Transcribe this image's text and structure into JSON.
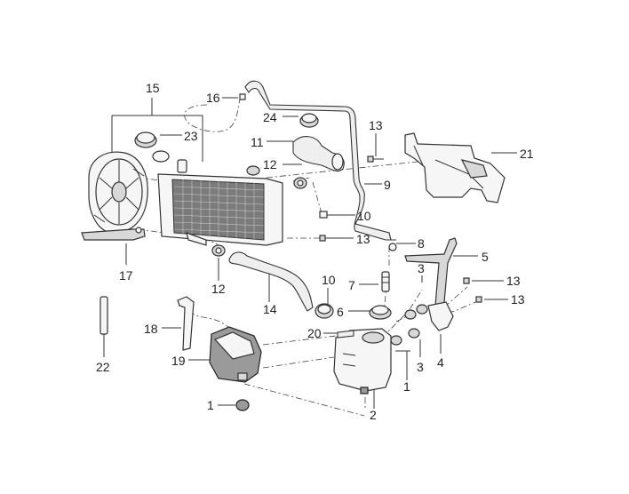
{
  "diagram": {
    "type": "exploded-parts-diagram",
    "callouts": [
      {
        "id": "c15",
        "text": "15"
      },
      {
        "id": "c16",
        "text": "16"
      },
      {
        "id": "c24",
        "text": "24"
      },
      {
        "id": "c23",
        "text": "23"
      },
      {
        "id": "c11",
        "text": "11"
      },
      {
        "id": "c13a",
        "text": "13"
      },
      {
        "id": "c12a",
        "text": "12"
      },
      {
        "id": "c9",
        "text": "9"
      },
      {
        "id": "c21",
        "text": "21"
      },
      {
        "id": "c10a",
        "text": "10"
      },
      {
        "id": "c13b",
        "text": "13"
      },
      {
        "id": "c8",
        "text": "8"
      },
      {
        "id": "c5",
        "text": "5"
      },
      {
        "id": "c17",
        "text": "17"
      },
      {
        "id": "c12b",
        "text": "12"
      },
      {
        "id": "c3a",
        "text": "3"
      },
      {
        "id": "c13c",
        "text": "13"
      },
      {
        "id": "c10b",
        "text": "10"
      },
      {
        "id": "c7",
        "text": "7"
      },
      {
        "id": "c13d",
        "text": "13"
      },
      {
        "id": "c14",
        "text": "14"
      },
      {
        "id": "c6",
        "text": "6"
      },
      {
        "id": "c18",
        "text": "18"
      },
      {
        "id": "c20",
        "text": "20"
      },
      {
        "id": "c4",
        "text": "4"
      },
      {
        "id": "c19",
        "text": "19"
      },
      {
        "id": "c3b",
        "text": "3"
      },
      {
        "id": "c22",
        "text": "22"
      },
      {
        "id": "c1a",
        "text": "1"
      },
      {
        "id": "c1b",
        "text": "1"
      },
      {
        "id": "c2",
        "text": "2"
      }
    ]
  }
}
